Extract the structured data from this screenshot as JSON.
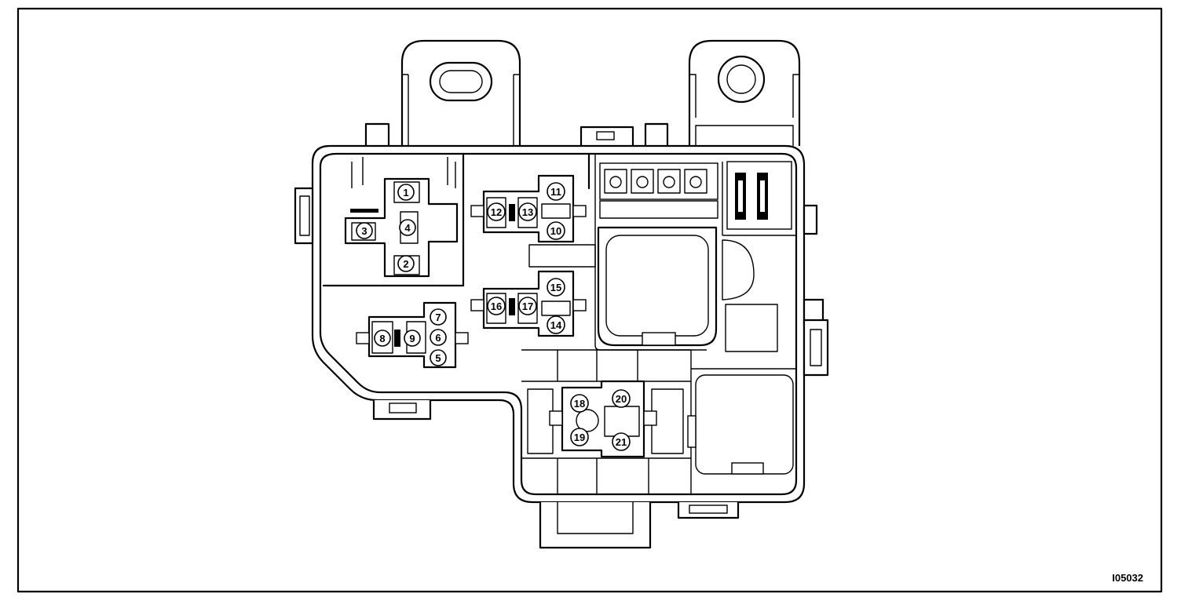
{
  "figure_code": "I05032",
  "terminals": [
    "1",
    "2",
    "3",
    "4",
    "5",
    "6",
    "7",
    "8",
    "9",
    "10",
    "11",
    "12",
    "13",
    "14",
    "15",
    "16",
    "17",
    "18",
    "19",
    "20",
    "21"
  ],
  "colors": {
    "ink": "#000000",
    "paper": "#ffffff"
  }
}
